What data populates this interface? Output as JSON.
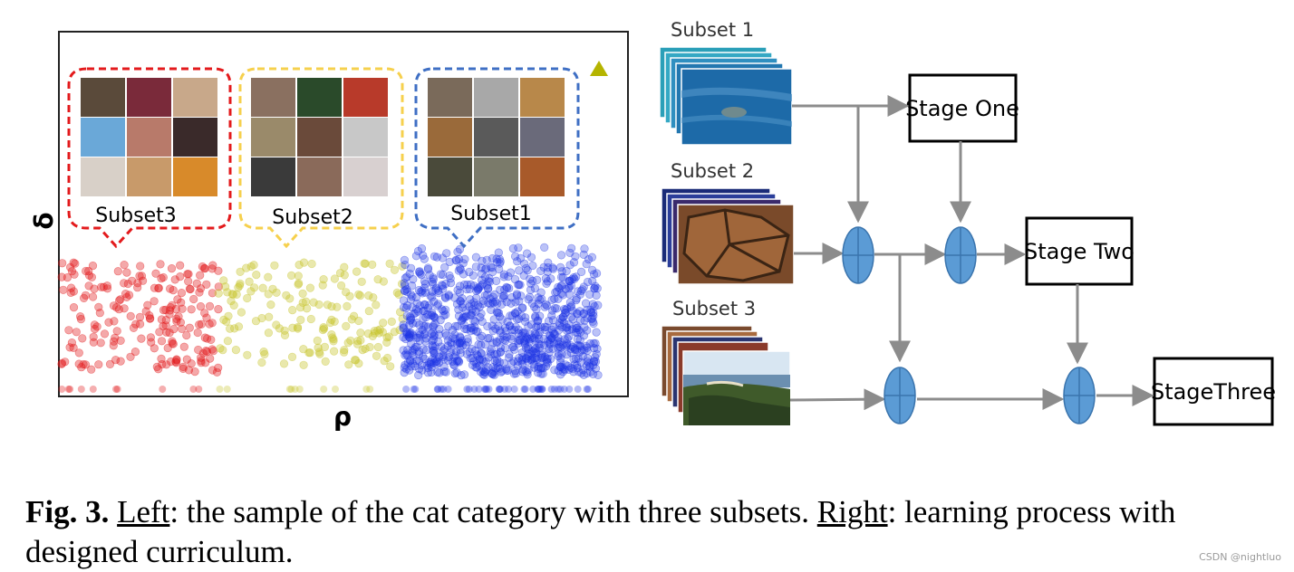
{
  "left_panel": {
    "xlabel": "ρ",
    "ylabel": "δ",
    "subsets": [
      {
        "label": "Subset3",
        "color": "#e31a1c"
      },
      {
        "label": "Subset2",
        "color": "#f6d04d"
      },
      {
        "label": "Subset1",
        "color": "#3f6fc4"
      }
    ],
    "marker_color": "#b5b400"
  },
  "right_panel": {
    "subset_labels": [
      "Subset 1",
      "Subset 2",
      "Subset 3"
    ],
    "stages": [
      "Stage One",
      "Stage Two",
      "StageThree"
    ],
    "node_color": "#5b9bd5",
    "arrow_color": "#8c8c8c"
  },
  "caption": {
    "fig_label": "Fig. 3.",
    "left_word": "Left",
    "left_text": ": the sample of the cat category with three subsets.",
    "right_word": "Right",
    "right_text": ": learning process with designed curriculum."
  },
  "watermark": "CSDN @nightluo"
}
